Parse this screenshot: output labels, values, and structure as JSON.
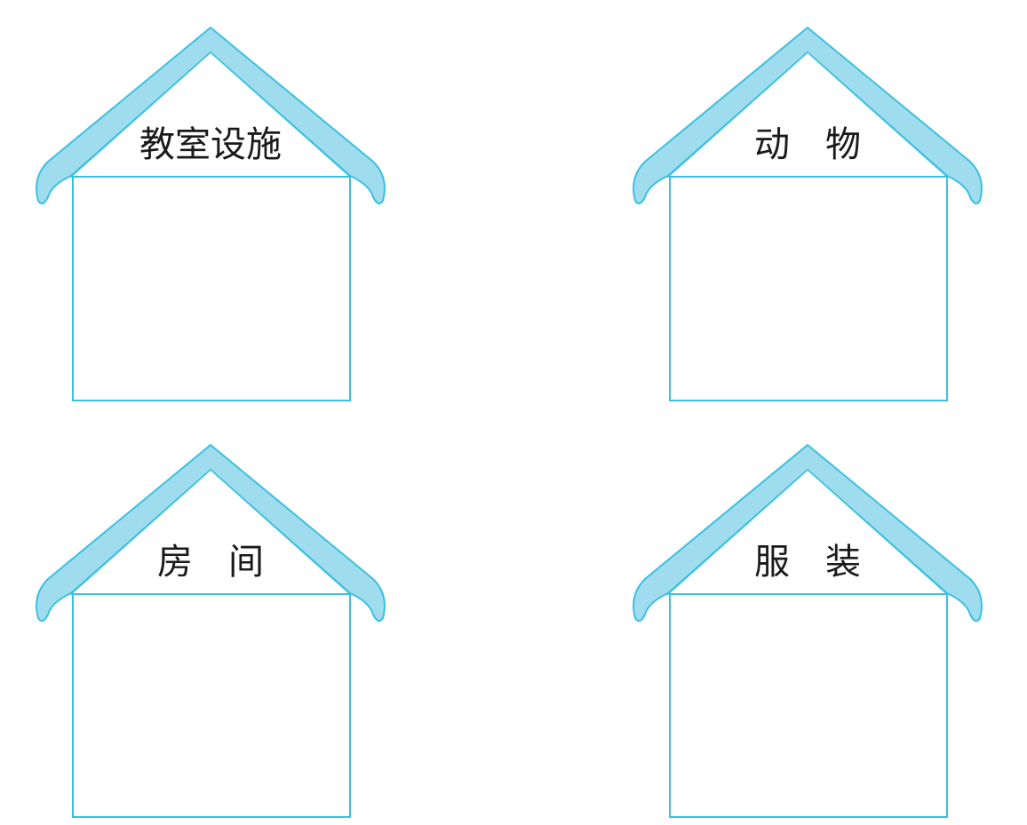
{
  "houses": [
    {
      "label": "教室设施"
    },
    {
      "label": "动　物"
    },
    {
      "label": "房　间"
    },
    {
      "label": "服　装"
    }
  ],
  "colors": {
    "roof_fill": "#9fdcee",
    "outline": "#3cc0e0",
    "text": "#1a1a1a",
    "background": "#ffffff"
  }
}
